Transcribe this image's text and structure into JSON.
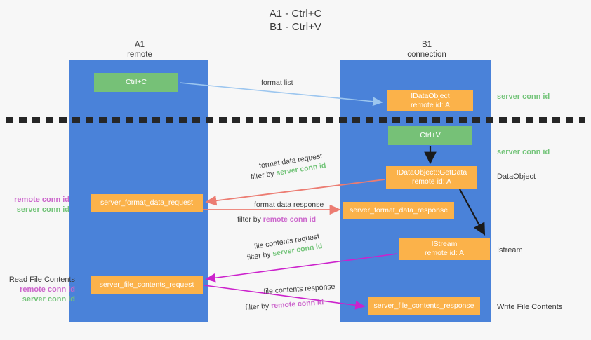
{
  "title": {
    "line1": "A1 - Ctrl+C",
    "line2": "B1 - Ctrl+V"
  },
  "lanes": [
    {
      "id": "a1",
      "name": "A1",
      "role": "remote",
      "color": "#4a82d9"
    },
    {
      "id": "b1",
      "name": "B1",
      "role": "connection",
      "color": "#4a82d9"
    }
  ],
  "boxes": {
    "ctrl_c": "Ctrl+C",
    "ctrl_v": "Ctrl+V",
    "idataobject_line1": "IDataObject",
    "idataobject_line2": "remote id: A",
    "getdata_line1": "IDataObject::GetData",
    "getdata_line2": "remote id: A",
    "istream_line1": "IStream",
    "istream_line2": "remote id: A",
    "server_format_data_request": "server_format_data_request",
    "server_format_data_response": "server_format_data_response",
    "server_file_contents_request": "server_file_contents_request",
    "server_file_contents_response": "server_file_contents_response"
  },
  "annotations": {
    "server_conn_id_top": "server conn id",
    "server_conn_id_mid": "server conn id",
    "dataobject": "DataObject",
    "istream": "Istream",
    "write_file_contents": "Write File Contents",
    "read_file_contents": "Read File Contents",
    "remote_conn_id": "remote conn id",
    "server_conn_id": "server conn id"
  },
  "arrow_labels": {
    "format_list": "format list",
    "format_data_request": "format data request",
    "filter_by": "filter by",
    "filter_by_server": "server conn id",
    "format_data_response": "format data response",
    "filter_by_remote": "remote conn id",
    "file_contents_request": "file contents request",
    "file_contents_response": "file contents response"
  },
  "colors": {
    "lane_blue": "#4a82d9",
    "box_green": "#76c177",
    "box_orange": "#fbb24a",
    "arrow_light_blue": "#9cc6ef",
    "arrow_red": "#ec7c72",
    "arrow_magenta": "#cc22cc",
    "arrow_black": "#1a1a1a",
    "text_green": "#74c47a",
    "text_magenta": "#cc66cc",
    "background": "#f7f7f7"
  }
}
